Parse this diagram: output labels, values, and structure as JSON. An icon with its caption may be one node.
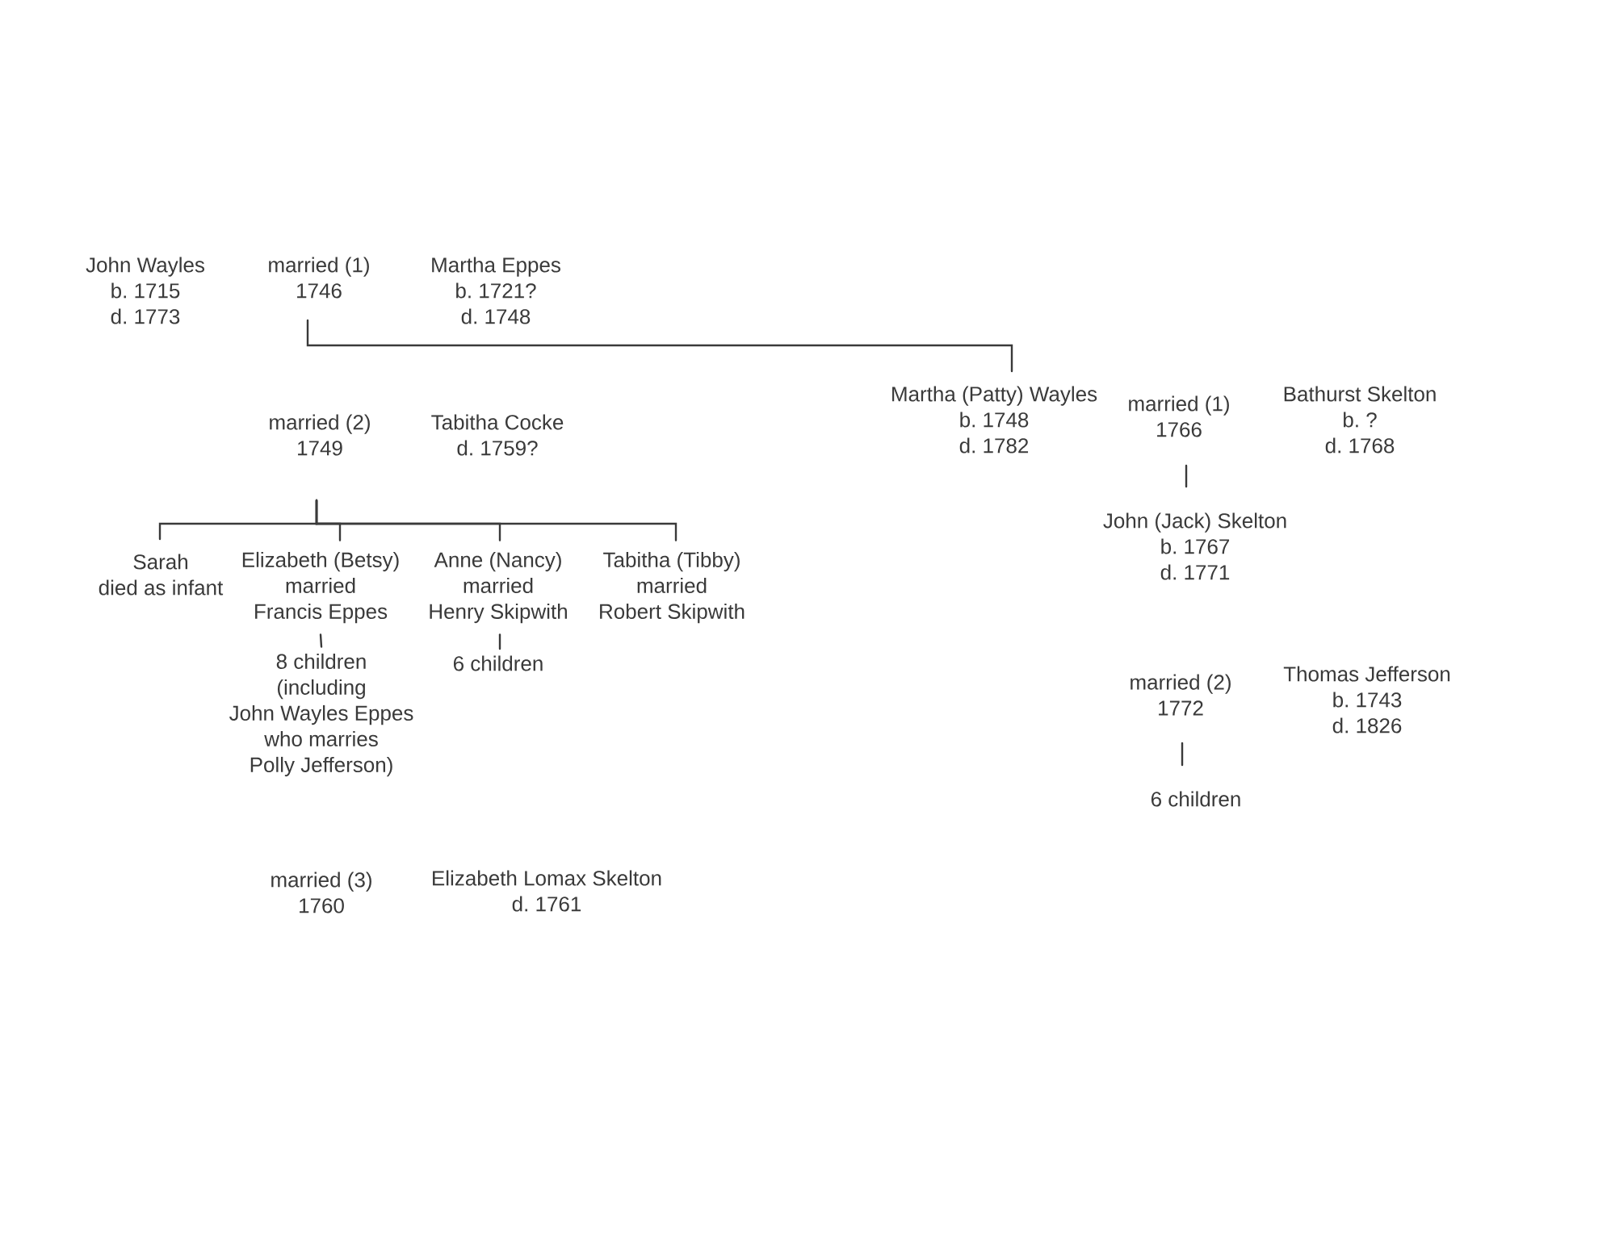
{
  "diagram": {
    "nodes": [
      {
        "text": [
          "married (1) 1746"
        ]
      },
      {
        "text": [
          "married (2) 1749"
        ]
      },
      {
        "text": [
          "Sarah died as infant"
        ]
      },
      {
        "text": [
          "Elizabeth (Betsy) married Francis Eppes"
        ]
      },
      {
        "text": [
          "Anne (Nancy) married Henry Skipwith"
        ]
      },
      {
        "text": [
          "Tabitha (Tibby) married Robert Skipwith"
        ]
      },
      {
        "text": [
          "8 children (including John Wayles Eppes who marries Polly Jefferson)"
        ]
      },
      {
        "text": [
          "6 children"
        ]
      },
      {
        "text": [
          "Martha (Patty) Wayles b. 1748 d. 1782"
        ]
      },
      {
        "text": [
          "married (1) 1766"
        ]
      },
      {
        "text": [
          "John (Jack) Skelton b. 1767 d. 1771"
        ]
      },
      {
        "text": [
          "married (2) 1772"
        ]
      },
      {
        "text": [
          "6 children"
        ]
      }
    ],
    "edges": [
      {
        "from": 0,
        "to": 8,
        "arrow": "none"
      },
      {
        "from": 1,
        "to": 2,
        "arrow": "none"
      },
      {
        "from": 1,
        "to": 3,
        "arrow": "none"
      },
      {
        "from": 1,
        "to": 4,
        "arrow": "none"
      },
      {
        "from": 1,
        "to": 5,
        "arrow": "none"
      },
      {
        "from": 3,
        "to": 6,
        "arrow": "none"
      },
      {
        "from": 4,
        "to": 7,
        "arrow": "none"
      },
      {
        "from": 9,
        "to": 10,
        "arrow": "none"
      },
      {
        "from": 11,
        "to": 12,
        "arrow": "none"
      }
    ],
    "labels": [
      "John Wayles b. 1715 d. 1773",
      "Martha Eppes b. 1721? d. 1748",
      "Bathurst Skelton b. ? d. 1768",
      "Tabitha Cocke d. 1759?",
      "Thomas Jefferson b. 1743 d. 1826",
      "married (3) 1760",
      "Elizabeth Lomax Skelton d. 1761"
    ]
  }
}
